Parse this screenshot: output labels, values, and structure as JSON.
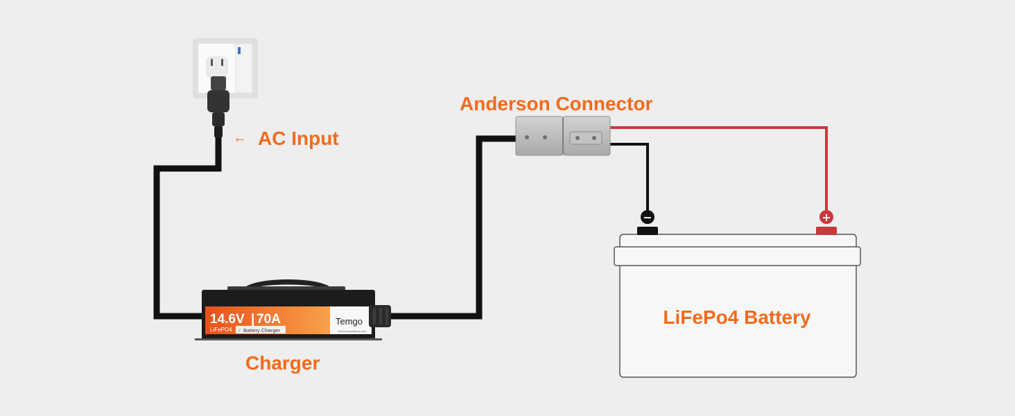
{
  "labels": {
    "ac_input": "AC Input",
    "ac_arrow": "←",
    "anderson": "Anderson Connector",
    "charger": "Charger",
    "battery": "LiFePo4 Battery"
  },
  "charger": {
    "rating_voltage": "14.6V",
    "rating_sep": "|",
    "rating_current": "70A",
    "chem": "LiFePO4",
    "bolt": "⚡",
    "type": "Battery Charger",
    "brand": "Temgo",
    "url": "www.temgobattery.com"
  },
  "battery": {
    "negative_symbol": "−",
    "positive_symbol": "+"
  },
  "colors": {
    "accent": "#f26a1b",
    "cable": "#111111",
    "positive_wire": "#c9393b",
    "background": "#eeeeee"
  },
  "icons": [
    "wall-outlet-icon",
    "power-plug-icon",
    "anderson-connector-icon",
    "charger-icon",
    "battery-icon"
  ]
}
